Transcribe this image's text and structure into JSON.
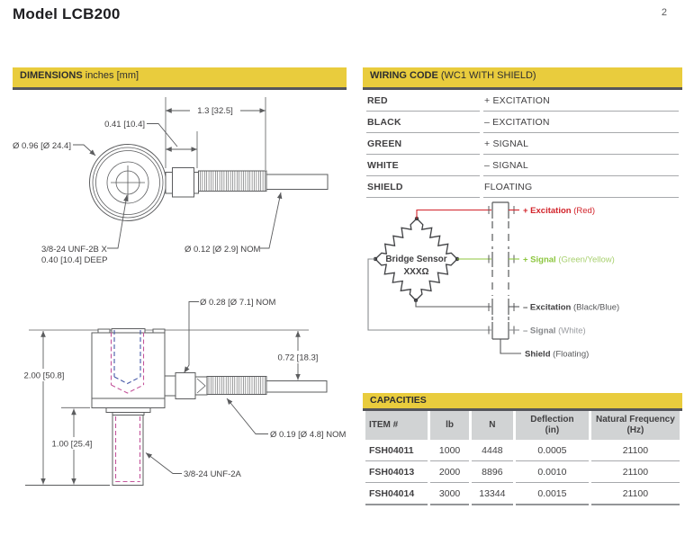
{
  "page": {
    "title": "Model LCB200",
    "page_number": "2"
  },
  "colors": {
    "accent_yellow": "#E9CC3D",
    "bar_border": "#55565B",
    "excitation_red": "#D2232A",
    "signal_green": "#8CC63E",
    "text_dark": "#414042",
    "line_gray": "#5B5C5E",
    "thread_dash_blue": "#4558A7",
    "thread_dash_magenta": "#C4559B"
  },
  "dimensions": {
    "header": "DIMENSIONS",
    "header_sub": "inches [mm]",
    "labels": {
      "dia_body": "Ø 0.96 [Ø 24.4]",
      "dim_041": "0.41 [10.4]",
      "dim_13": "1.3 [32.5]",
      "thread_2b_line1": "3/8-24 UNF-2B X",
      "thread_2b_line2": "0.40 [10.4] DEEP",
      "dia_cable_top": "Ø 0.12 [Ø 2.9] NOM",
      "dia_connector": "Ø 0.28 [Ø 7.1] NOM",
      "dim_200": "2.00 [50.8]",
      "dim_072": "0.72 [18.3]",
      "dim_100": "1.00 [25.4]",
      "dia_cable_side": "Ø 0.19 [Ø 4.8] NOM",
      "thread_2a": "3/8-24 UNF-2A"
    }
  },
  "wiring": {
    "header": "WIRING CODE",
    "header_sub": "(WC1 WITH SHIELD)",
    "rows": [
      {
        "color": "RED",
        "function": "+ EXCITATION"
      },
      {
        "color": "BLACK",
        "function": "– EXCITATION"
      },
      {
        "color": "GREEN",
        "function": "+ SIGNAL"
      },
      {
        "color": "WHITE",
        "function": "– SIGNAL"
      },
      {
        "color": "SHIELD",
        "function": "FLOATING"
      }
    ],
    "diagram": {
      "bridge_line1": "Bridge Sensor",
      "bridge_line2": "XXXΩ",
      "conn": [
        {
          "label": "+ Excitation",
          "detail": " (Red)"
        },
        {
          "label": "+ Signal",
          "detail": " (Green/Yellow)"
        },
        {
          "label": "– Excitation",
          "detail": " (Black/Blue)"
        },
        {
          "label": "– Signal",
          "detail": " (White)"
        },
        {
          "label": "Shield",
          "detail": " (Floating)"
        }
      ]
    }
  },
  "capacities": {
    "header": "CAPACITIES",
    "columns": {
      "item": "ITEM #",
      "lb": "lb",
      "n": "N",
      "deflection": "Deflection",
      "deflection_unit": "(in)",
      "frequency": "Natural Frequency",
      "frequency_unit": "(Hz)"
    },
    "rows": [
      {
        "item": "FSH04011",
        "lb": "1000",
        "n": "4448",
        "deflection": "0.0005",
        "frequency": "21100"
      },
      {
        "item": "FSH04013",
        "lb": "2000",
        "n": "8896",
        "deflection": "0.0010",
        "frequency": "21100"
      },
      {
        "item": "FSH04014",
        "lb": "3000",
        "n": "13344",
        "deflection": "0.0015",
        "frequency": "21100"
      }
    ]
  }
}
